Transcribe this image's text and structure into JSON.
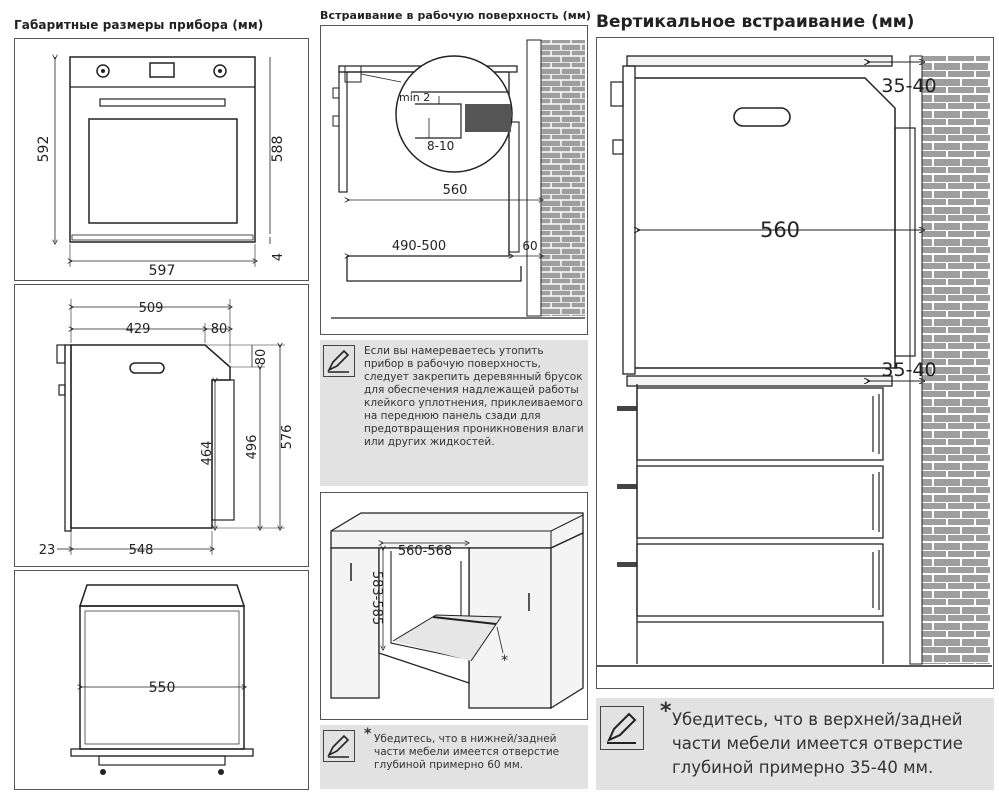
{
  "titles": {
    "dims": "Габаритные размеры прибора (мм)",
    "under": "Встраивание в рабочую поверхность (мм)",
    "vertical": "Вертикальное встраивание (мм)"
  },
  "front_view": {
    "height_left": "592",
    "height_right": "588",
    "gap": "4",
    "width": "597"
  },
  "side_view": {
    "depth_total": "509",
    "depth_body": "429",
    "depth_top": "80",
    "height_top": "80",
    "h464": "464",
    "h496": "496",
    "h576": "576",
    "front": "23",
    "depth_bottom": "548"
  },
  "top_view": {
    "width": "550"
  },
  "under_view": {
    "min": "min 2",
    "gap": "8-10",
    "w560": "560",
    "depth": "490-500",
    "vent": "60"
  },
  "cabinet_view": {
    "width": "560-568",
    "height": "583-585",
    "star": "*"
  },
  "vertical_view": {
    "top": "35-40",
    "width": "560",
    "mid": "35-40"
  },
  "notes": {
    "under_note": "Если вы намереваетесь утопить прибор в рабочую поверхность, следует закрепить деревянный брусок для обеспечения надлежащей работы клейкого уплотнения, приклеиваемого на переднюю панель сзади для предотвращения проникновения влаги или других жидкостей.",
    "cabinet_note_star": "*",
    "cabinet_note": "Убедитесь, что в нижней/задней части мебели имеется отверстие глубиной примерно 60 мм.",
    "vertical_note_star": "*",
    "vertical_note": "Убедитесь, что в верхней/задней части мебели имеется отверстие глубиной примерно 35-40 мм."
  },
  "icons": {
    "note": "pencil-icon"
  }
}
